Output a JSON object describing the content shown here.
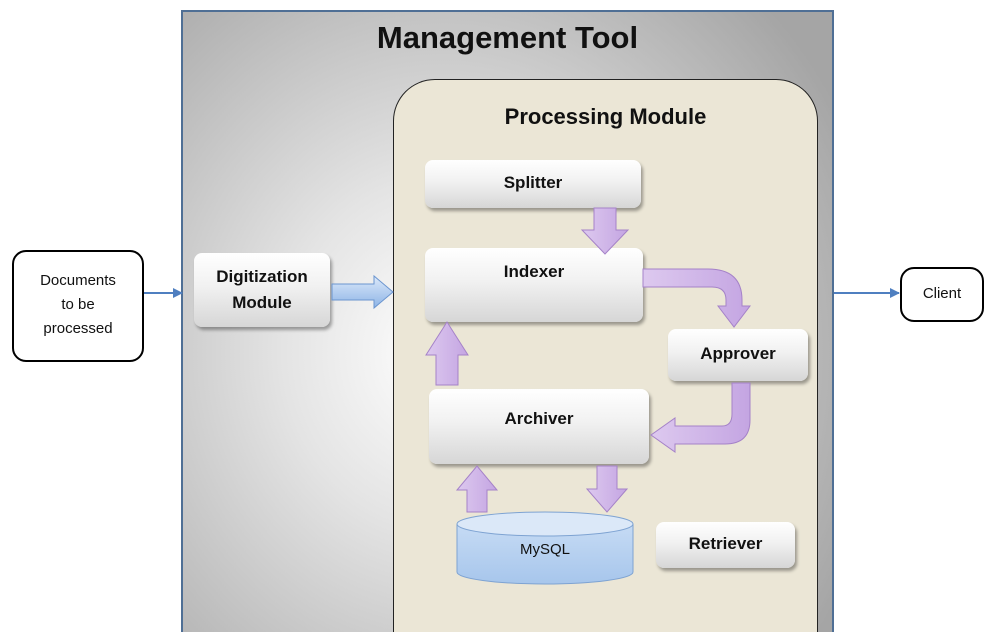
{
  "diagram": {
    "title": "Management Tool",
    "processing_module": {
      "title": "Processing Module",
      "components": {
        "splitter": "Splitter",
        "indexer": "Indexer",
        "approver": "Approver",
        "archiver": "Archiver",
        "database": "MySQL",
        "retriever": "Retriever"
      }
    },
    "digitization_module": {
      "line1": "Digitization",
      "line2": "Module"
    },
    "input": {
      "line1": "Documents",
      "line2": "to be",
      "line3": "processed"
    },
    "output": "Client"
  }
}
